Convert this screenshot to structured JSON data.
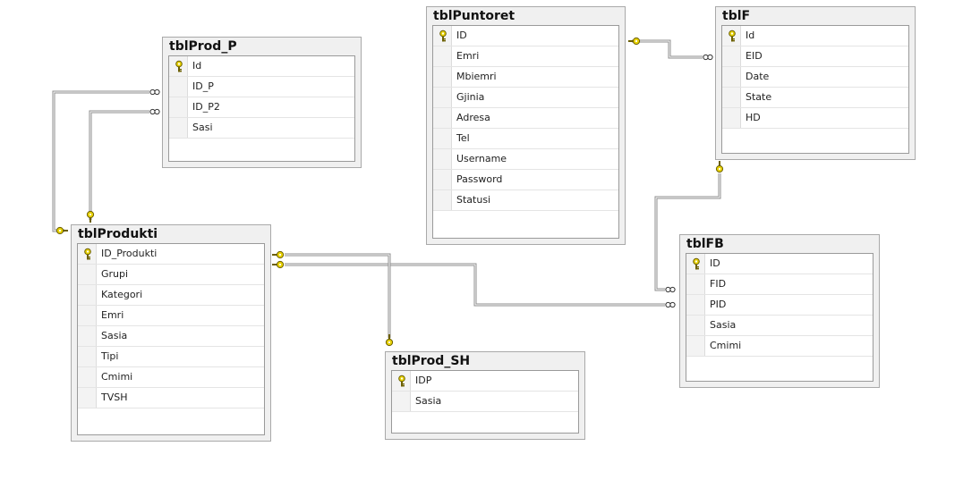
{
  "tables": {
    "prod_p": {
      "name": "tblProd_P",
      "columns": [
        "Id",
        "ID_P",
        "ID_P2",
        "Sasi"
      ],
      "pk": [
        0
      ]
    },
    "puntoret": {
      "name": "tblPuntoret",
      "columns": [
        "ID",
        "Emri",
        "Mbiemri",
        "Gjinia",
        "Adresa",
        "Tel",
        "Username",
        "Password",
        "Statusi"
      ],
      "pk": [
        0
      ]
    },
    "f": {
      "name": "tblF",
      "columns": [
        "Id",
        "EID",
        "Date",
        "State",
        "HD"
      ],
      "pk": [
        0
      ]
    },
    "produkti": {
      "name": "tblProdukti",
      "columns": [
        "ID_Produkti",
        "Grupi",
        "Kategori",
        "Emri",
        "Sasia",
        "Tipi",
        "Cmimi",
        "TVSH"
      ],
      "pk": [
        0
      ]
    },
    "prod_sh": {
      "name": "tblProd_SH",
      "columns": [
        "IDP",
        "Sasia"
      ],
      "pk": [
        0
      ]
    },
    "fb": {
      "name": "tblFB",
      "columns": [
        "ID",
        "FID",
        "PID",
        "Sasia",
        "Cmimi"
      ],
      "pk": [
        0
      ]
    }
  },
  "colors": {
    "connector": "#8c8c8c",
    "key": "#e8d200",
    "key_outline": "#6b5f00"
  }
}
